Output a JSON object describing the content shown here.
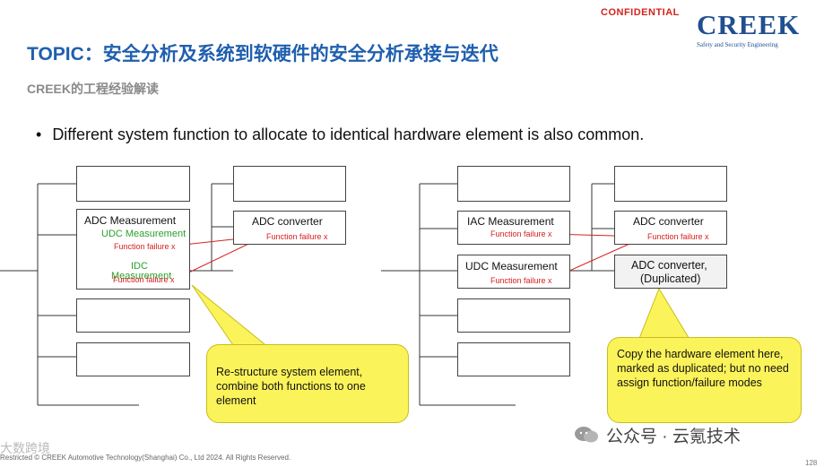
{
  "header": {
    "confidential": "CONFIDENTIAL",
    "logo_word": "CREEK",
    "logo_tagline": "Safety and Security Engineering",
    "title": "TOPIC：安全分析及系统到软硬件的安全分析承接与迭代",
    "subtitle": "CREEK的工程经验解读"
  },
  "bullet": {
    "symbol": "•",
    "text": "Different system function to allocate to identical hardware element is also common."
  },
  "left_diagram": {
    "system_box": {
      "title": "ADC Measurement",
      "udc": "UDC Measurement",
      "idc": "IDC",
      "idc_measurement": "Measurement",
      "failure1": "Function failure x",
      "failure2": "Function failure x"
    },
    "hw_box": {
      "title": "ADC converter",
      "failure": "Function failure x"
    },
    "callout": "Re-structure system element, combine both functions to one element"
  },
  "right_diagram": {
    "iac_box": {
      "title": "IAC Measurement",
      "failure": "Function failure x"
    },
    "udc_box": {
      "title": "UDC Measurement",
      "failure": "Function failure x"
    },
    "hw_box": {
      "title": "ADC converter",
      "failure": "Function failure x"
    },
    "hw_dup_box": {
      "title": "ADC converter,",
      "subtitle": "(Duplicated)"
    },
    "callout": "Copy the hardware element here, marked as duplicated; but no need assign function/failure modes"
  },
  "footer": {
    "copyright": "Restricted © CREEK Automotive Technology(Shanghai) Co., Ltd 2024. All Rights Reserved.",
    "wechat": "公众号 · 云氪技术",
    "watermark": "大数跨境",
    "page_number": "128"
  },
  "colors": {
    "title_blue": "#1f5fae",
    "logo_blue": "#1f4f8f",
    "confidential_red": "#d4231d",
    "failure_red": "#d62020",
    "function_green": "#2ca02c",
    "callout_yellow": "#fbf35a"
  }
}
